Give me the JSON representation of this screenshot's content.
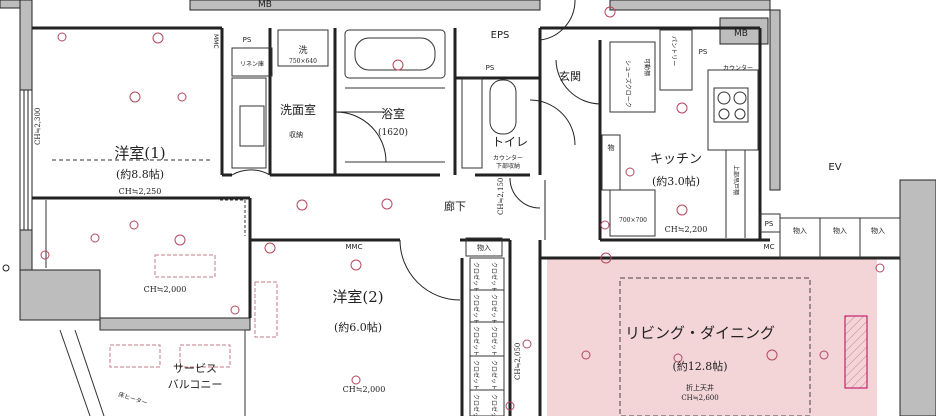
{
  "rooms": {
    "western1": {
      "name": "洋室(1)",
      "size": "(約8.8帖)",
      "ch": "CH≒2,250",
      "ch_lower": "CH≒2,000",
      "ch_vertical": "CH≒2,300"
    },
    "western2": {
      "name": "洋室(2)",
      "size": "(約6.0帖)",
      "ch": "CH≒2,000",
      "ch_vertical": "CH≒2,050"
    },
    "washroom": {
      "name": "洗面室",
      "storage": "収納",
      "linen": "リネン庫",
      "washer": "洗",
      "washer_size": "750×640"
    },
    "bath": {
      "name": "浴室",
      "size": "(1620)"
    },
    "toilet": {
      "name": "トイレ",
      "counter": "カウンター",
      "storage": "下部収納"
    },
    "entrance": {
      "name": "玄関",
      "shoes": "シューズクローク",
      "movable_shelf": "可動棚"
    },
    "corridor": {
      "name": "廊下",
      "ch_vertical": "CH≒2,150"
    },
    "kitchen": {
      "name": "キッチン",
      "size": "(約3.0帖)",
      "ch": "CH≒2,200",
      "pantry": "パントリー",
      "counter": "カウンター",
      "upper_cabinet": "上部吊戸棚",
      "dim": "700×700"
    },
    "living": {
      "name": "リビング・ダイニング",
      "size": "(約12.8帖)",
      "ceiling_note": "折上天井",
      "ch": "CH≒2,600"
    },
    "balcony": {
      "name": "サービスバルコニー",
      "line1": "サービス",
      "line2": "バルコニー",
      "note": "床ヒーター"
    }
  },
  "labels": {
    "mb": "MB",
    "ps": "PS",
    "eps": "EPS",
    "ev": "EV",
    "mmc": "MMC",
    "mc": "MC",
    "storage": "物入",
    "closet": "クロゼット",
    "shelf": "物"
  }
}
